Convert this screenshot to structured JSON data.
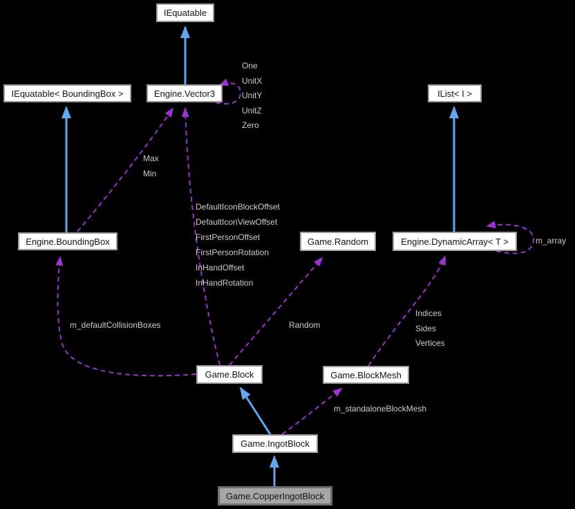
{
  "colors": {
    "background": "#000000",
    "inheritance_edge": "#61a7f2",
    "usage_edge": "#9a33d1",
    "node_fill": "#ffffff",
    "node_border": "#9b9b9b",
    "node_text": "#141414",
    "highlight_node_fill": "#a6a6a6",
    "highlight_node_border": "#6e6e6e",
    "edge_label_text": "#cccccc"
  },
  "nodes": [
    {
      "label": "IEquatable"
    },
    {
      "label": "IEquatable< BoundingBox >"
    },
    {
      "label": "Engine.Vector3"
    },
    {
      "label": "IList< I >"
    },
    {
      "label": "Engine.BoundingBox"
    },
    {
      "label": "Game.Random"
    },
    {
      "label": "Engine.DynamicArray< T >"
    },
    {
      "label": "Game.Block"
    },
    {
      "label": "Game.BlockMesh"
    },
    {
      "label": "Game.IngotBlock"
    },
    {
      "label": "Game.CopperIngotBlock"
    }
  ],
  "edge_labels": {
    "vector3_self": {
      "lines": [
        "One",
        "UnitX",
        "UnitY",
        "UnitZ",
        "Zero"
      ]
    },
    "boundingbox_to_vector3": {
      "lines": [
        "Max",
        "Min"
      ]
    },
    "block_to_vector3": {
      "lines": [
        "DefaultIconBlockOffset",
        "DefaultIconViewOffset",
        "FirstPersonOffset",
        "FirstPersonRotation",
        "InHandOffset",
        "InHandRotation"
      ]
    },
    "block_to_boundingbox": "m_defaultCollisionBoxes",
    "block_to_random": "Random",
    "blockmesh_to_dynamicarray": {
      "lines": [
        "Indices",
        "Sides",
        "Vertices"
      ]
    },
    "dynamicarray_self": "m_array",
    "ingotblock_to_blockmesh": "m_standaloneBlockMesh"
  }
}
